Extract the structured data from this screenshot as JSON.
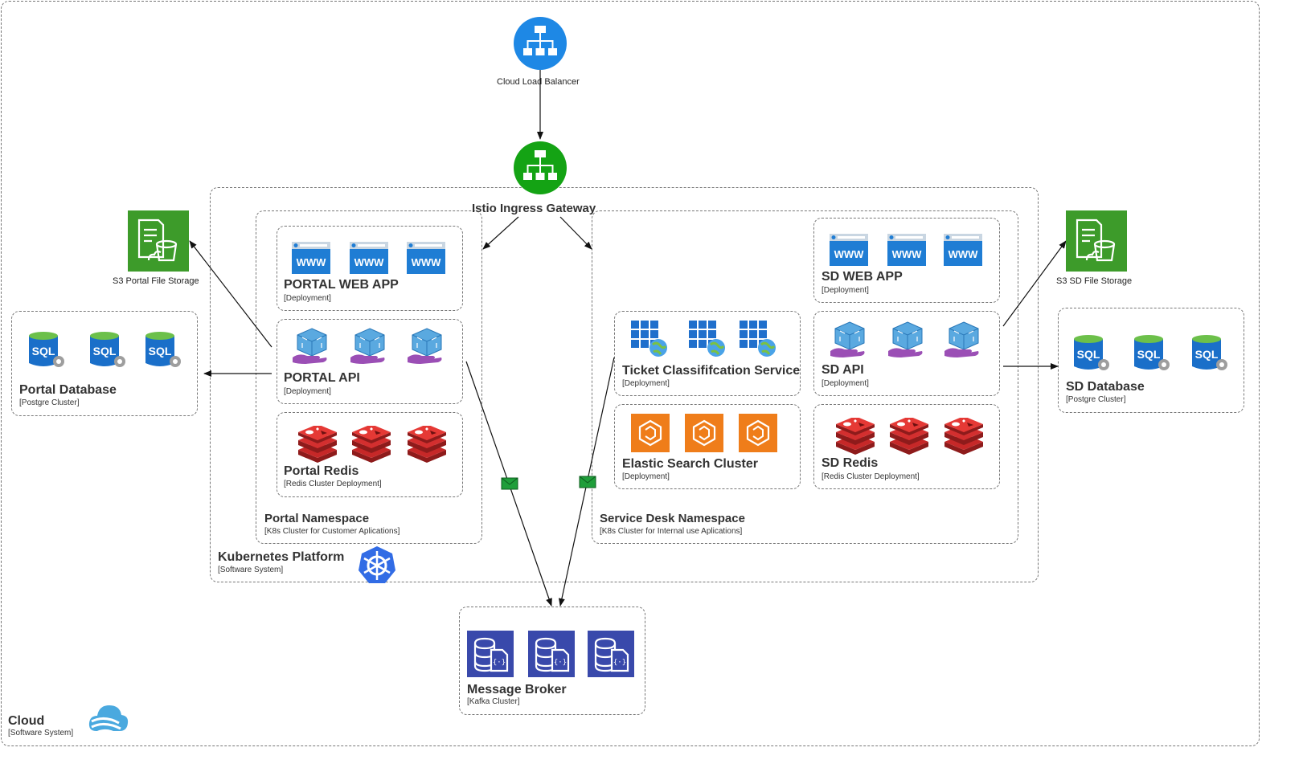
{
  "cloud": {
    "title": "Cloud",
    "subtitle": "[Software System]"
  },
  "load_balancer": {
    "label": "Cloud Load Balancer"
  },
  "gateway": {
    "label": "Istio Ingress Gateway"
  },
  "k8s": {
    "title": "Kubernetes Platform",
    "subtitle": "[Software System]"
  },
  "portal_ns": {
    "title": "Portal Namespace",
    "subtitle": "[K8s Cluster for Customer Aplications]"
  },
  "sd_ns": {
    "title": "Service Desk Namespace",
    "subtitle": "[K8s Cluster for Internal use Aplications]"
  },
  "portal_web": {
    "title": "PORTAL WEB APP",
    "subtitle": "[Deployment]"
  },
  "portal_api": {
    "title": "PORTAL API",
    "subtitle": "[Deployment]"
  },
  "portal_redis": {
    "title": "Portal Redis",
    "subtitle": "[Redis Cluster Deployment]"
  },
  "sd_web": {
    "title": "SD WEB APP",
    "subtitle": "[Deployment]"
  },
  "sd_api": {
    "title": "SD API",
    "subtitle": "[Deployment]"
  },
  "sd_redis": {
    "title": "SD Redis",
    "subtitle": "[Redis Cluster Deployment]"
  },
  "ticket": {
    "title": "Ticket Classififcation Service",
    "subtitle": "[Deployment]"
  },
  "elastic": {
    "title": "Elastic Search Cluster",
    "subtitle": "[Deployment]"
  },
  "portal_db": {
    "title": "Portal Database",
    "subtitle": "[Postgre Cluster]"
  },
  "sd_db": {
    "title": "SD Database",
    "subtitle": "[Postgre Cluster]"
  },
  "s3_portal": {
    "label": "S3 Portal File Storage"
  },
  "s3_sd": {
    "label": "S3 SD File Storage"
  },
  "broker": {
    "title": "Message Broker",
    "subtitle": "[Kafka Cluster]"
  },
  "icons": {
    "www": "www-browser-icon",
    "sql": "SQL",
    "cube": "container-deploy-icon",
    "redis": "redis-icon",
    "grid": "web-service-grid-icon",
    "elastic": "elasticsearch-icon",
    "s3": "s3-bucket-icon",
    "kafka": "event-hub-icon",
    "k8s": "kubernetes-icon",
    "lb": "load-balancer-icon",
    "mail": "message-envelope-icon"
  },
  "colors": {
    "lb_blue": "#1e88e5",
    "gateway_green": "#14a314",
    "s3_green": "#3d9b2a",
    "redis_red": "#c62828",
    "elastic_orange": "#ef7d1a",
    "kafka_blue": "#3949ab",
    "sql_blue": "#1a6fc9",
    "www_blue": "#1f7dd4"
  }
}
